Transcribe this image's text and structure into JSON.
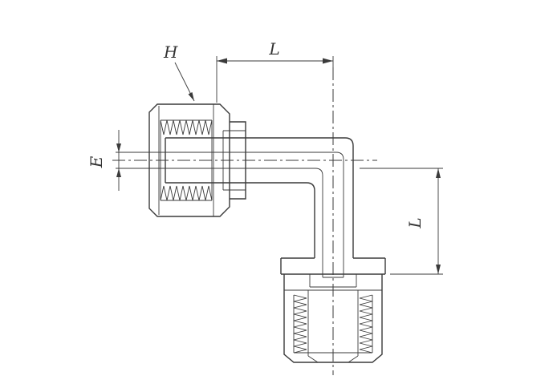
{
  "drawing": {
    "labels": {
      "hex_size": "H",
      "length_horizontal": "L",
      "bore_diameter": "E",
      "length_vertical": "L"
    },
    "colors": {
      "line": "#3a3a3a",
      "label_text": "#333333",
      "background": "#ffffff"
    }
  }
}
